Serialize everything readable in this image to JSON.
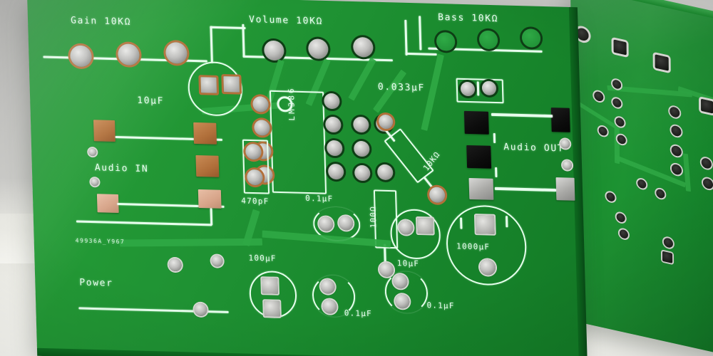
{
  "scene": {
    "subject": "printed-circuit-board",
    "description": "Two bare green PCBs for an LM386 audio amplifier, front board face up, second board standing behind showing solder side",
    "background_top_color": "#c4c4c1",
    "background_bottom_color": "#f4f4ee"
  },
  "board": {
    "solder_mask_color": "#1f9233",
    "silkscreen_color": "#e9fff0",
    "copper_pad_color": "#b2703a",
    "pad_metal_color": "#bdbdbb",
    "part_number": "49936A_Y967"
  },
  "silkscreen": {
    "gain": "Gain 10KΩ",
    "volume": "Volume 10KΩ",
    "bass": "Bass 10KΩ",
    "cap_033": "0.033μF",
    "ic": "LM386",
    "cap_10uf_top": "10μF",
    "audio_in": "Audio IN",
    "audio_out": "Audio OUT",
    "res_10k": "10KΩ",
    "cap_470pf": "470pF",
    "cap_01uf_mid": "0.1μF",
    "res_100": "100Ω",
    "board_id": "49936A_Y967",
    "power": "Power",
    "cap_100uf": "100μF",
    "cap_01uf_left": "0.1μF",
    "cap_10uf_right": "10μF",
    "cap_01uf_right": "0.1μF",
    "cap_1000uf": "1000μF"
  },
  "components": [
    {
      "designator": "Gain",
      "value": "10KΩ",
      "type": "potentiometer",
      "pads": 3
    },
    {
      "designator": "Volume",
      "value": "10KΩ",
      "type": "potentiometer",
      "pads": 3
    },
    {
      "designator": "Bass",
      "value": "10KΩ",
      "type": "potentiometer",
      "pads": 3
    },
    {
      "designator": "U1",
      "value": "LM386",
      "type": "dip-8-ic",
      "pads": 8
    },
    {
      "designator": "C1",
      "value": "0.033μF",
      "type": "film-capacitor",
      "pads": 2
    },
    {
      "designator": "C2",
      "value": "10μF",
      "type": "electrolytic-capacitor",
      "pads": 2
    },
    {
      "designator": "C3",
      "value": "470pF",
      "type": "ceramic-capacitor",
      "pads": 2
    },
    {
      "designator": "C4",
      "value": "0.1μF",
      "type": "ceramic-capacitor",
      "pads": 2
    },
    {
      "designator": "C5",
      "value": "100μF",
      "type": "electrolytic-capacitor",
      "pads": 2
    },
    {
      "designator": "C6",
      "value": "0.1μF",
      "type": "ceramic-capacitor",
      "pads": 2
    },
    {
      "designator": "C7",
      "value": "10μF",
      "type": "electrolytic-capacitor",
      "pads": 2
    },
    {
      "designator": "C8",
      "value": "0.1μF",
      "type": "ceramic-capacitor",
      "pads": 2
    },
    {
      "designator": "C9",
      "value": "1000μF",
      "type": "electrolytic-capacitor",
      "pads": 2
    },
    {
      "designator": "R1",
      "value": "10KΩ",
      "type": "axial-resistor",
      "pads": 2
    },
    {
      "designator": "R2",
      "value": "100Ω",
      "type": "axial-resistor",
      "pads": 2
    },
    {
      "designator": "J1",
      "value": "Audio IN",
      "type": "terminal",
      "pads": 2
    },
    {
      "designator": "J2",
      "value": "Audio OUT",
      "type": "terminal",
      "pads": 2
    },
    {
      "designator": "J3",
      "value": "Power",
      "type": "terminal",
      "pads": 2
    }
  ]
}
